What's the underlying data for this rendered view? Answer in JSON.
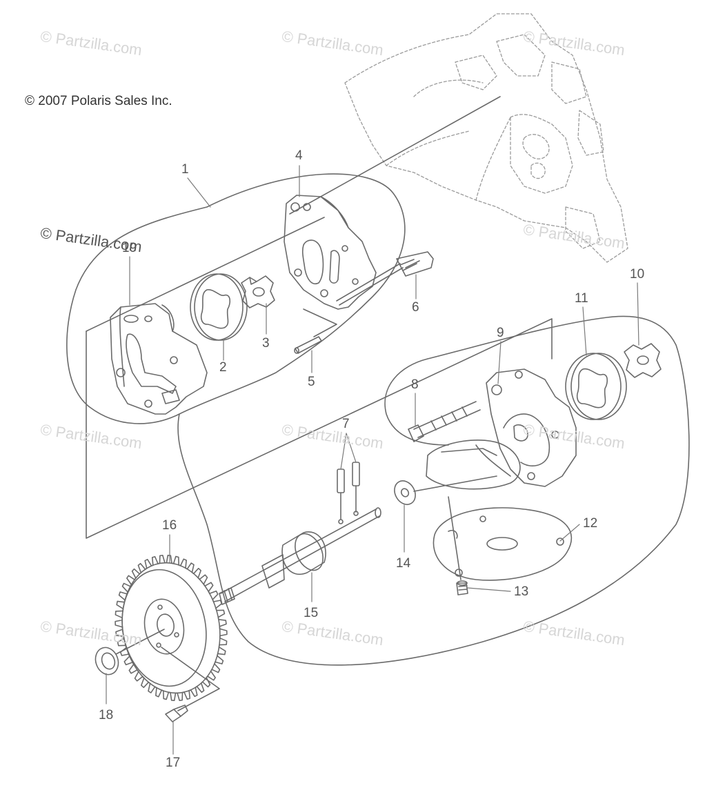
{
  "copyright": "© 2007 Polaris Sales Inc.",
  "watermark": "© Partzilla.com",
  "callouts": [
    "1",
    "2",
    "3",
    "4",
    "5",
    "6",
    "7",
    "8",
    "9",
    "10",
    "11",
    "12",
    "13",
    "14",
    "15",
    "16",
    "17",
    "18",
    "19"
  ],
  "colors": {
    "line": "#6a6a6a",
    "text": "#555555",
    "watermark": "#d6d6d6"
  }
}
